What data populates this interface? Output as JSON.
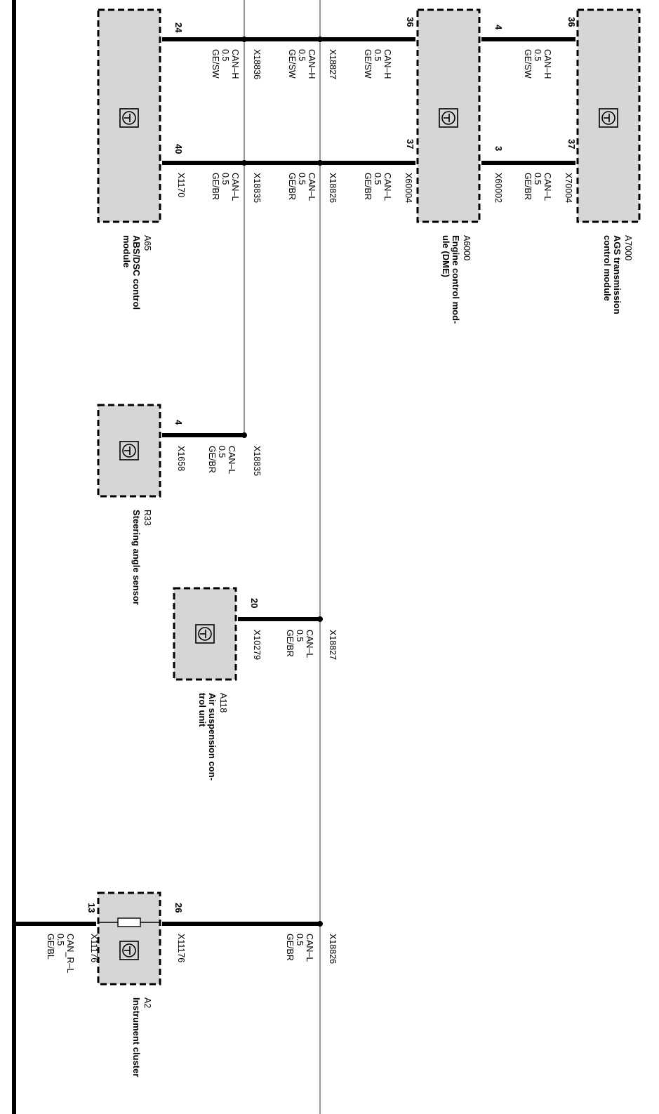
{
  "modules": [
    {
      "id": "A65",
      "name": "ABS/DSC control module",
      "name_lines": [
        "ABS/DSC control",
        "module"
      ]
    },
    {
      "id": "A6000",
      "name": "Engine control module (DME)",
      "name_lines": [
        "Engine control mod-",
        "ule (DME)"
      ]
    },
    {
      "id": "A7000",
      "name": "AGS transmission control module",
      "name_lines": [
        "AGS transmission",
        "control module"
      ]
    },
    {
      "id": "R33",
      "name": "Steering angle sensor",
      "name_lines": [
        "Steering angle sensor"
      ]
    },
    {
      "id": "A118",
      "name": "Air suspension control unit",
      "name_lines": [
        "Air suspension con-",
        "trol unit"
      ]
    },
    {
      "id": "A2",
      "name": "Instrument cluster",
      "name_lines": [
        "Instrument cluster"
      ]
    }
  ],
  "pins": {
    "a65_h": "24",
    "a65_l": "40",
    "a6000_h_in": "36",
    "a6000_l_in": "37",
    "a6000_h_out": "4",
    "a6000_l_out": "3",
    "a7000_h": "36",
    "a7000_l": "37",
    "r33": "4",
    "a118": "20",
    "a2_l": "26",
    "a2_r": "13"
  },
  "wire_labels": {
    "a65_h": [
      "X18836",
      "CAN–H",
      "0.5",
      "GE/SW"
    ],
    "a65_h_plug": "",
    "a65_h_signal": [
      "CAN–H",
      "0.5",
      "GE/SW"
    ],
    "mid1_h": [
      "X18836",
      "CAN–H",
      "0.5",
      "GE/SW"
    ],
    "mid2_h": [
      "X18827",
      "CAN–H",
      "0.5",
      "GE/SW"
    ],
    "a6000_out_h": [
      "CAN–H",
      "0.5",
      "GE/SW"
    ],
    "a65_l": [
      "X1170",
      "CAN–L",
      "0.5",
      "GE/BR"
    ],
    "mid1_l": [
      "X18835",
      "CAN–L",
      "0.5",
      "GE/BR"
    ],
    "mid2_l": [
      "X18826",
      "CAN–L",
      "0.5",
      "GE/BR"
    ],
    "a6000_in_l_conn": "X60004",
    "a6000_out_l": [
      "X60002",
      "CAN–L",
      "0.5",
      "GE/BR"
    ],
    "a7000_l_conn": "X70004",
    "r33": [
      "X18835",
      "CAN–L",
      "0.5",
      "GE/BR",
      "X1658"
    ],
    "a118": [
      "X18827",
      "CAN–L",
      "0.5",
      "GE/BR",
      "X10279"
    ],
    "a2_l": [
      "X18826",
      "CAN–L",
      "0.5",
      "GE/BR",
      "X11176"
    ],
    "a2_r": [
      "X11176",
      "CAN_R–L",
      "0.5",
      "GE/BL"
    ]
  }
}
